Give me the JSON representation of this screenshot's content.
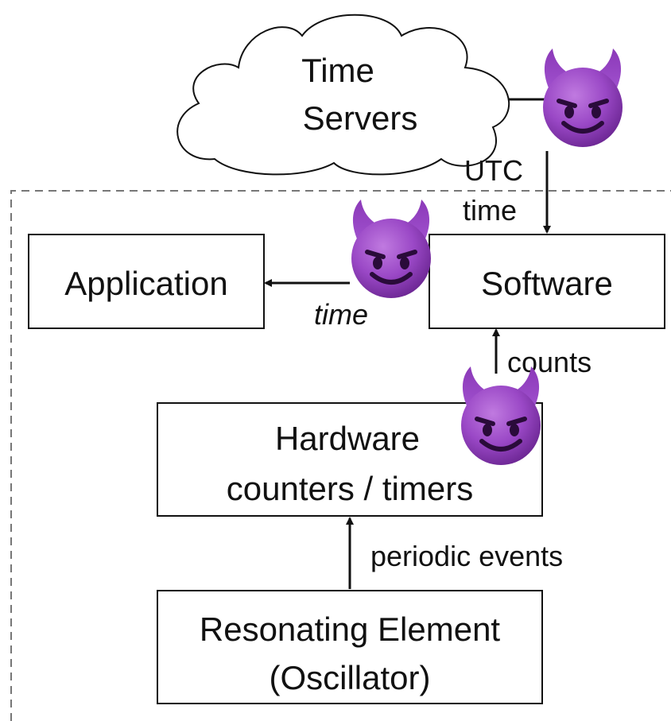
{
  "cloud": {
    "line1": "Time",
    "line2": "Servers"
  },
  "boxes": {
    "application": "Application",
    "software": "Software",
    "hardware": {
      "line1": "Hardware",
      "line2": "counters / timers"
    },
    "resonator": {
      "line1": "Resonating Element",
      "line2": "(Oscillator)"
    }
  },
  "edges": {
    "utc": {
      "line1": "UTC",
      "line2": "time"
    },
    "time": "time",
    "counts": "counts",
    "periodic": "periodic events"
  },
  "attacker_icon": "smiling-devil-icon",
  "colors": {
    "devil_purple": "#8e3db6",
    "stroke": "#111111",
    "boundary_dash": "#777777"
  }
}
